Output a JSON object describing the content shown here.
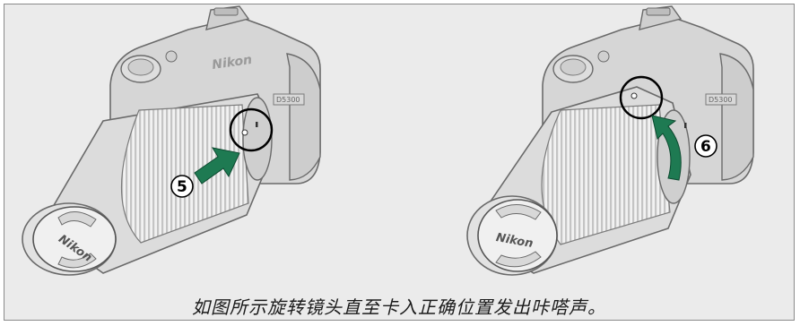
{
  "figure": {
    "caption": "如图所示旋转镜头直至卡入正确位置发出咔嗒声。",
    "left_panel": {
      "step_number": "5",
      "cap_brand": "Nikon",
      "body_brand": "Nikon",
      "body_model": "D5300"
    },
    "right_panel": {
      "step_number": "6",
      "cap_brand": "Nikon",
      "body_model": "D5300"
    },
    "colors": {
      "arrow": "#1e7a52",
      "line": "#4a4a4a",
      "panel_bg": "#ebebeb"
    }
  }
}
